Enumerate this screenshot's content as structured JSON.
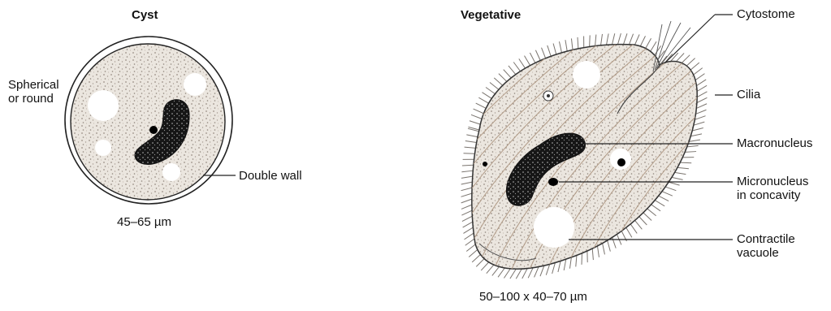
{
  "cyst": {
    "title": "Cyst",
    "label_shape_line1": "Spherical",
    "label_shape_line2": "or round",
    "label_wall": "Double wall",
    "size": "45–65 µm"
  },
  "vegetative": {
    "title": "Vegetative",
    "label_cytostome": "Cytostome",
    "label_cilia": "Cilia",
    "label_macronucleus": "Macronucleus",
    "label_micronucleus_line1": "Micronucleus",
    "label_micronucleus_line2": "in concavity",
    "label_vacuole_line1": "Contractile",
    "label_vacuole_line2": "vacuole",
    "size": "50–100 x 40–70 µm"
  },
  "colors": {
    "cytoplasm": "#e9e3dc",
    "nucleus": "#1a1a1a",
    "outline": "#222222"
  }
}
